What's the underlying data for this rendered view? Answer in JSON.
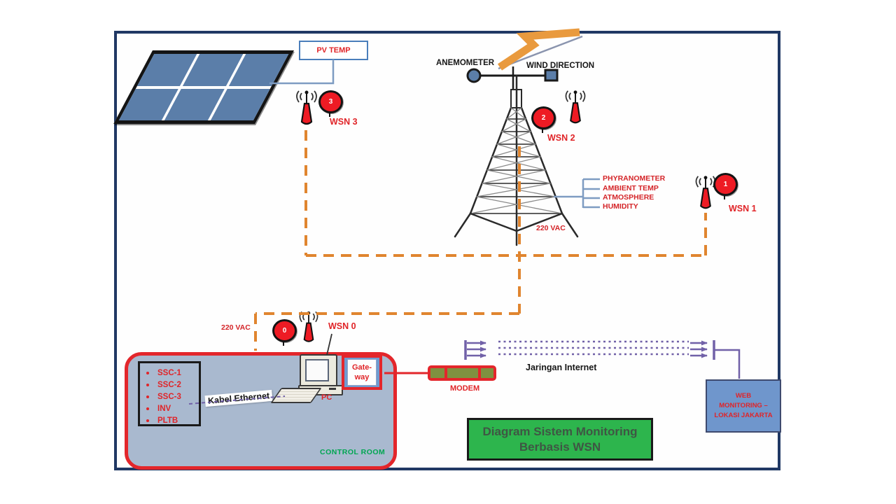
{
  "colors": {
    "frame_border": "#203864",
    "accent_red": "#e3262b",
    "text_red": "#e02428",
    "orange_dash": "#e0852f",
    "purple": "#7161a8",
    "steel_blue": "#5b7ea9",
    "room_fill": "#a9b9cf",
    "green_box": "#2db54d",
    "control_green": "#00a651",
    "modem_olive": "#7f9140",
    "line_blue": "#7e9cc2"
  },
  "pv_temp": {
    "label": "PV TEMP"
  },
  "weather": {
    "anemometer": "ANEMOMETER",
    "wind_direction": "WIND DIRECTION"
  },
  "sensors": [
    "PHYRANOMETER",
    "AMBIENT TEMP",
    "ATMOSPHERE",
    "HUMIDITY"
  ],
  "power": {
    "tower_label": "220 VAC",
    "room_label": "220 VAC"
  },
  "wsn": [
    {
      "num": "3",
      "label": "WSN 3"
    },
    {
      "num": "2",
      "label": "WSN 2"
    },
    {
      "num": "1",
      "label": "WSN 1"
    },
    {
      "num": "0",
      "label": "WSN 0"
    }
  ],
  "control_room": {
    "equipment": [
      "SSC-1",
      "SSC-2",
      "SSC-3",
      "INV",
      "PLTB"
    ],
    "cable_label": "Kabel Ethernet",
    "pc_label": "PC",
    "gateway_line1": "Gate-",
    "gateway_line2": "way",
    "room_label": "CONTROL ROOM"
  },
  "network": {
    "modem_label": "MODEM",
    "internet_label": "Jaringan Internet"
  },
  "web_monitoring": {
    "line1": "WEB",
    "line2": "MONITORING –",
    "line3": "LOKASI JAKARTA"
  },
  "title": {
    "line1": "Diagram Sistem Monitoring",
    "line2": "Berbasis WSN"
  }
}
